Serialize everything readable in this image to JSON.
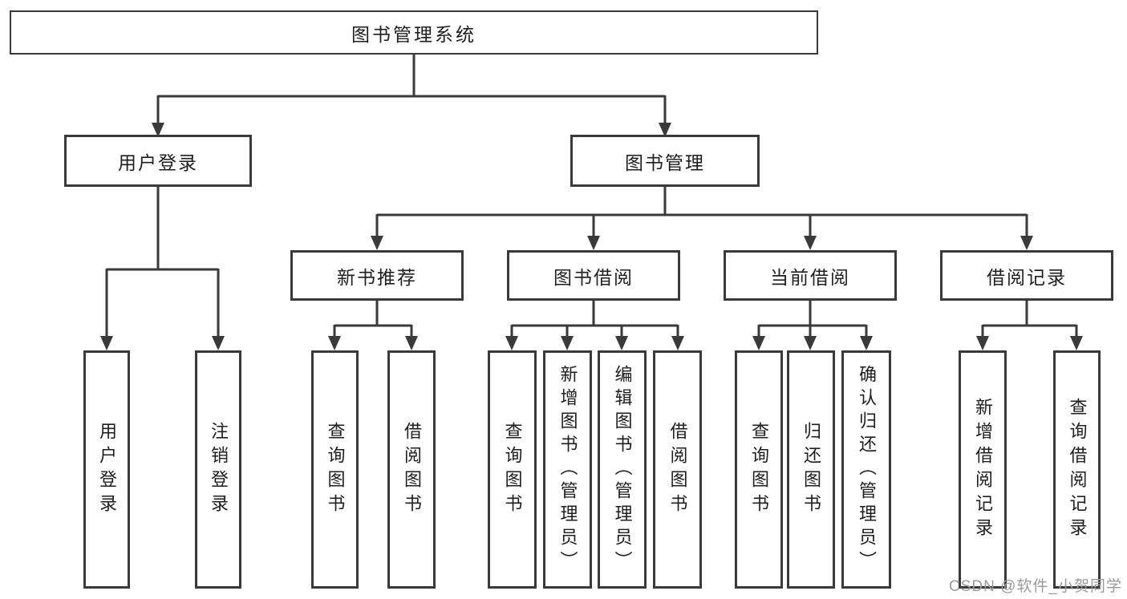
{
  "diagram": {
    "root": {
      "label": "图书管理系统"
    },
    "branches": [
      {
        "label": "用户登录",
        "children": [
          {
            "label": "用户登录"
          },
          {
            "label": "注销登录"
          }
        ]
      },
      {
        "label": "图书管理",
        "children": [
          {
            "label": "新书推荐",
            "children": [
              {
                "label": "查询图书"
              },
              {
                "label": "借阅图书"
              }
            ]
          },
          {
            "label": "图书借阅",
            "children": [
              {
                "label": "查询图书"
              },
              {
                "label": "新增图书（管理员）"
              },
              {
                "label": "编辑图书（管理员）"
              },
              {
                "label": "借阅图书"
              }
            ]
          },
          {
            "label": "当前借阅",
            "children": [
              {
                "label": "查询图书"
              },
              {
                "label": "归还图书"
              },
              {
                "label": "确认归还（管理员）"
              }
            ]
          },
          {
            "label": "借阅记录",
            "children": [
              {
                "label": "新增借阅记录"
              },
              {
                "label": "查询借阅记录"
              }
            ]
          }
        ]
      }
    ]
  },
  "watermark": "CSDN @软件_小贺同学",
  "colors": {
    "line": "#3a3a3a",
    "text": "#1e1e1e",
    "watermark": "#9a9a9a",
    "background": "#ffffff"
  }
}
